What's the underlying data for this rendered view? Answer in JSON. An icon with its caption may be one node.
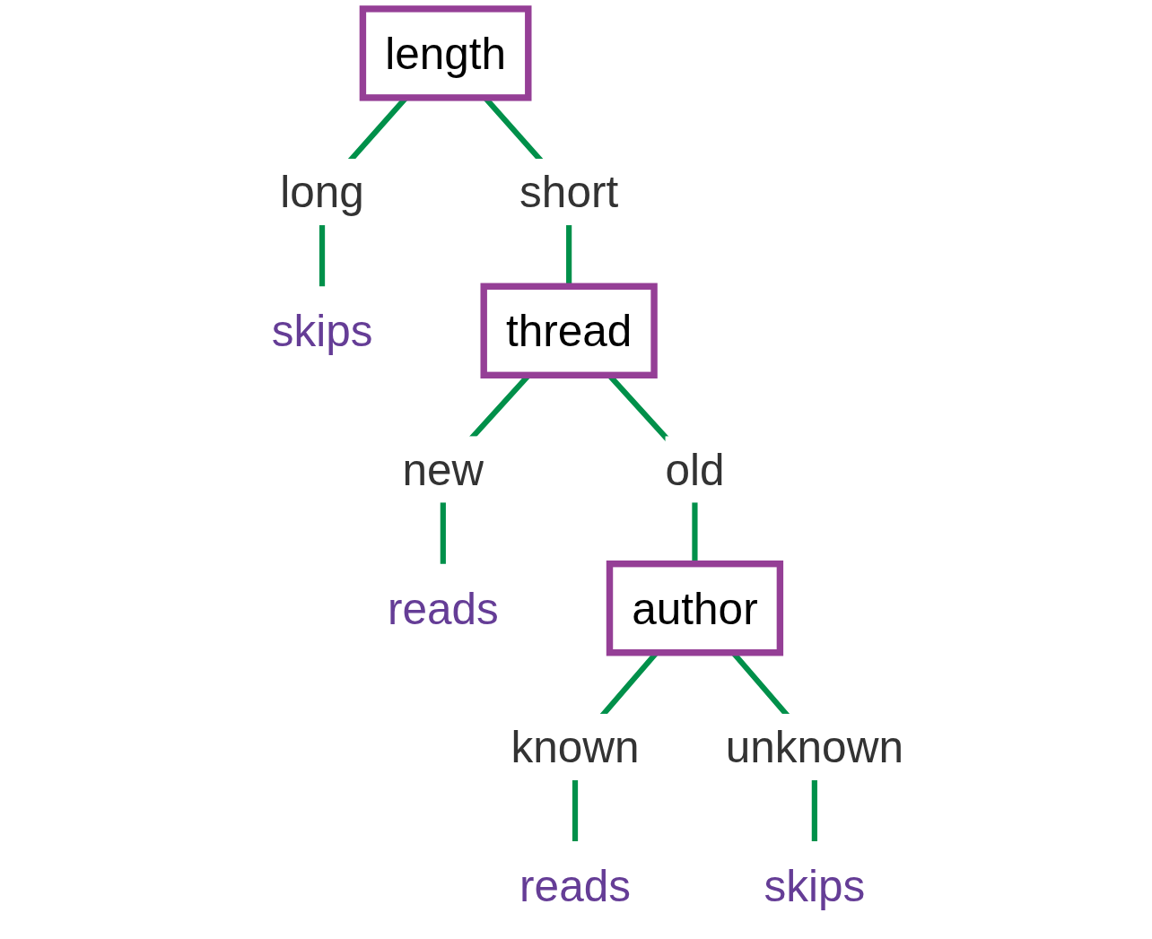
{
  "diagram": {
    "nodes": [
      {
        "text": [
          "length"
        ]
      },
      {
        "text": [
          "skips"
        ]
      },
      {
        "text": [
          "thread"
        ]
      },
      {
        "text": [
          "reads"
        ]
      },
      {
        "text": [
          "author"
        ]
      },
      {
        "text": [
          "reads"
        ]
      },
      {
        "text": [
          "skips"
        ]
      }
    ],
    "edges": [
      {
        "from": 0,
        "to": 1,
        "arrow": "none",
        "label": "long"
      },
      {
        "from": 0,
        "to": 2,
        "arrow": "none",
        "label": "short"
      },
      {
        "from": 2,
        "to": 3,
        "arrow": "none",
        "label": "new"
      },
      {
        "from": 2,
        "to": 4,
        "arrow": "none",
        "label": "old"
      },
      {
        "from": 4,
        "to": 5,
        "arrow": "none",
        "label": "known"
      },
      {
        "from": 4,
        "to": 6,
        "arrow": "none",
        "label": "unknown"
      }
    ]
  }
}
